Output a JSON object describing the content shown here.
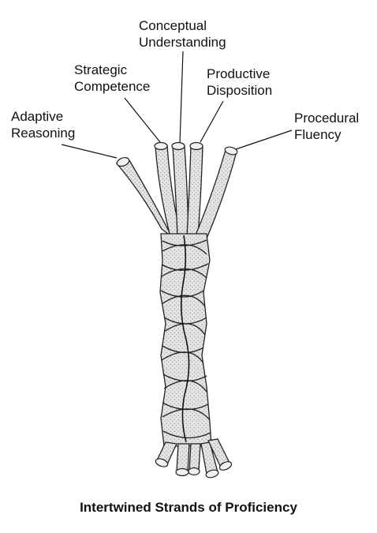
{
  "labels": {
    "conceptual": [
      "Conceptual",
      "Understanding"
    ],
    "strategic": [
      "Strategic",
      "Competence"
    ],
    "productive": [
      "Productive",
      "Disposition"
    ],
    "adaptive": [
      "Adaptive",
      "Reasoning"
    ],
    "procedural": [
      "Procedural",
      "Fluency"
    ]
  },
  "caption": "Intertwined Strands of Proficiency",
  "colors": {
    "ink": "#111111",
    "strand_fill": "#dcdcdc",
    "background": "#ffffff"
  }
}
